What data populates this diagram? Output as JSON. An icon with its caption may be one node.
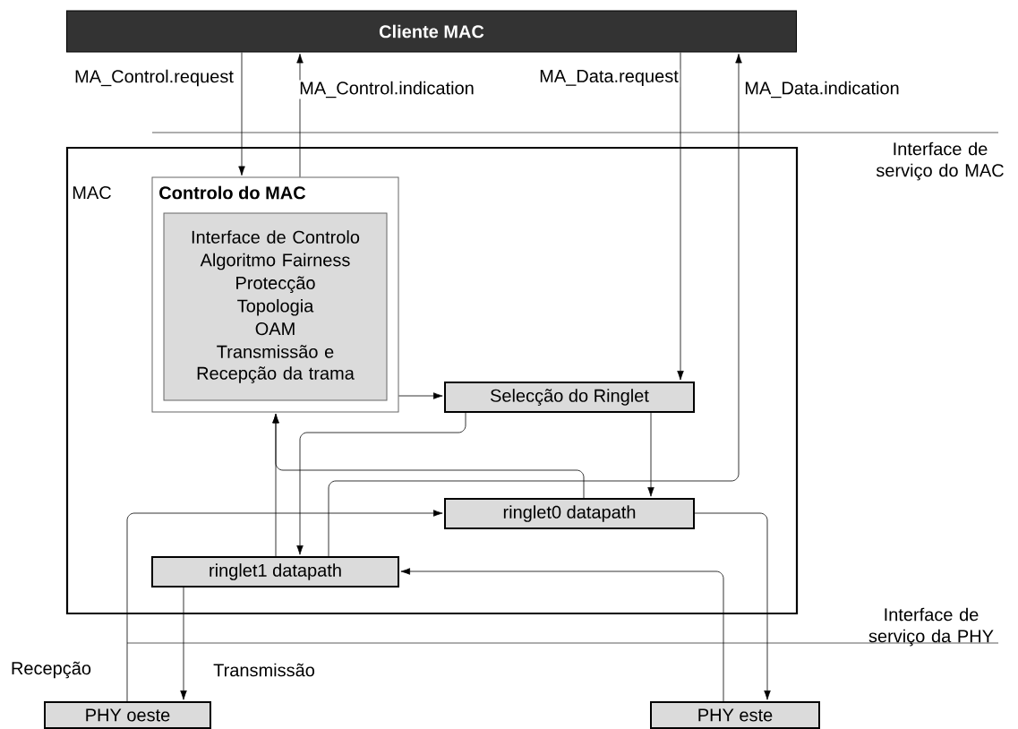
{
  "diagram": {
    "nodes": [
      {
        "text": [
          "Cliente MAC"
        ]
      },
      {
        "text": [
          "MAC"
        ]
      },
      {
        "text": [
          "Controlo do MAC"
        ],
        "in": 1
      },
      {
        "text": [
          "Interface de Controlo",
          "Algoritmo Fairness",
          "Protecção",
          "Topologia",
          "OAM",
          "Transmissão e Recepção da trama"
        ],
        "in": 2
      },
      {
        "text": [
          "Selecção do Ringlet"
        ],
        "in": 1
      },
      {
        "text": [
          "ringlet0 datapath"
        ],
        "in": 1
      },
      {
        "text": [
          "ringlet1 datapath"
        ],
        "in": 1
      },
      {
        "text": [
          "PHY oeste"
        ]
      },
      {
        "text": [
          "PHY este"
        ]
      }
    ],
    "edges": [
      {
        "from": 0,
        "to": 2,
        "arrow": "to",
        "label": "MA_Control.request"
      },
      {
        "from": 2,
        "to": 0,
        "arrow": "to",
        "label": "MA_Control.indication"
      },
      {
        "from": 0,
        "to": 4,
        "arrow": "to",
        "label": "MA_Data.request"
      },
      {
        "from": 6,
        "to": 0,
        "arrow": "to",
        "label": "MA_Data.indication"
      },
      {
        "from": 2,
        "to": 4,
        "arrow": "to"
      },
      {
        "from": 4,
        "to": 6,
        "arrow": "to"
      },
      {
        "from": 4,
        "to": 5,
        "arrow": "to"
      },
      {
        "from": 6,
        "to": 2,
        "arrow": "to"
      },
      {
        "from": 5,
        "to": 2,
        "arrow": "to"
      },
      {
        "from": 7,
        "to": 5,
        "arrow": "to",
        "label": "Recepção"
      },
      {
        "from": 6,
        "to": 7,
        "arrow": "to",
        "label": "Transmissão"
      },
      {
        "from": 5,
        "to": 8,
        "arrow": "to"
      },
      {
        "from": 8,
        "to": 6,
        "arrow": "to"
      }
    ],
    "labels": [
      "Interface de serviço do MAC",
      "Interface de serviço da PHY"
    ]
  }
}
